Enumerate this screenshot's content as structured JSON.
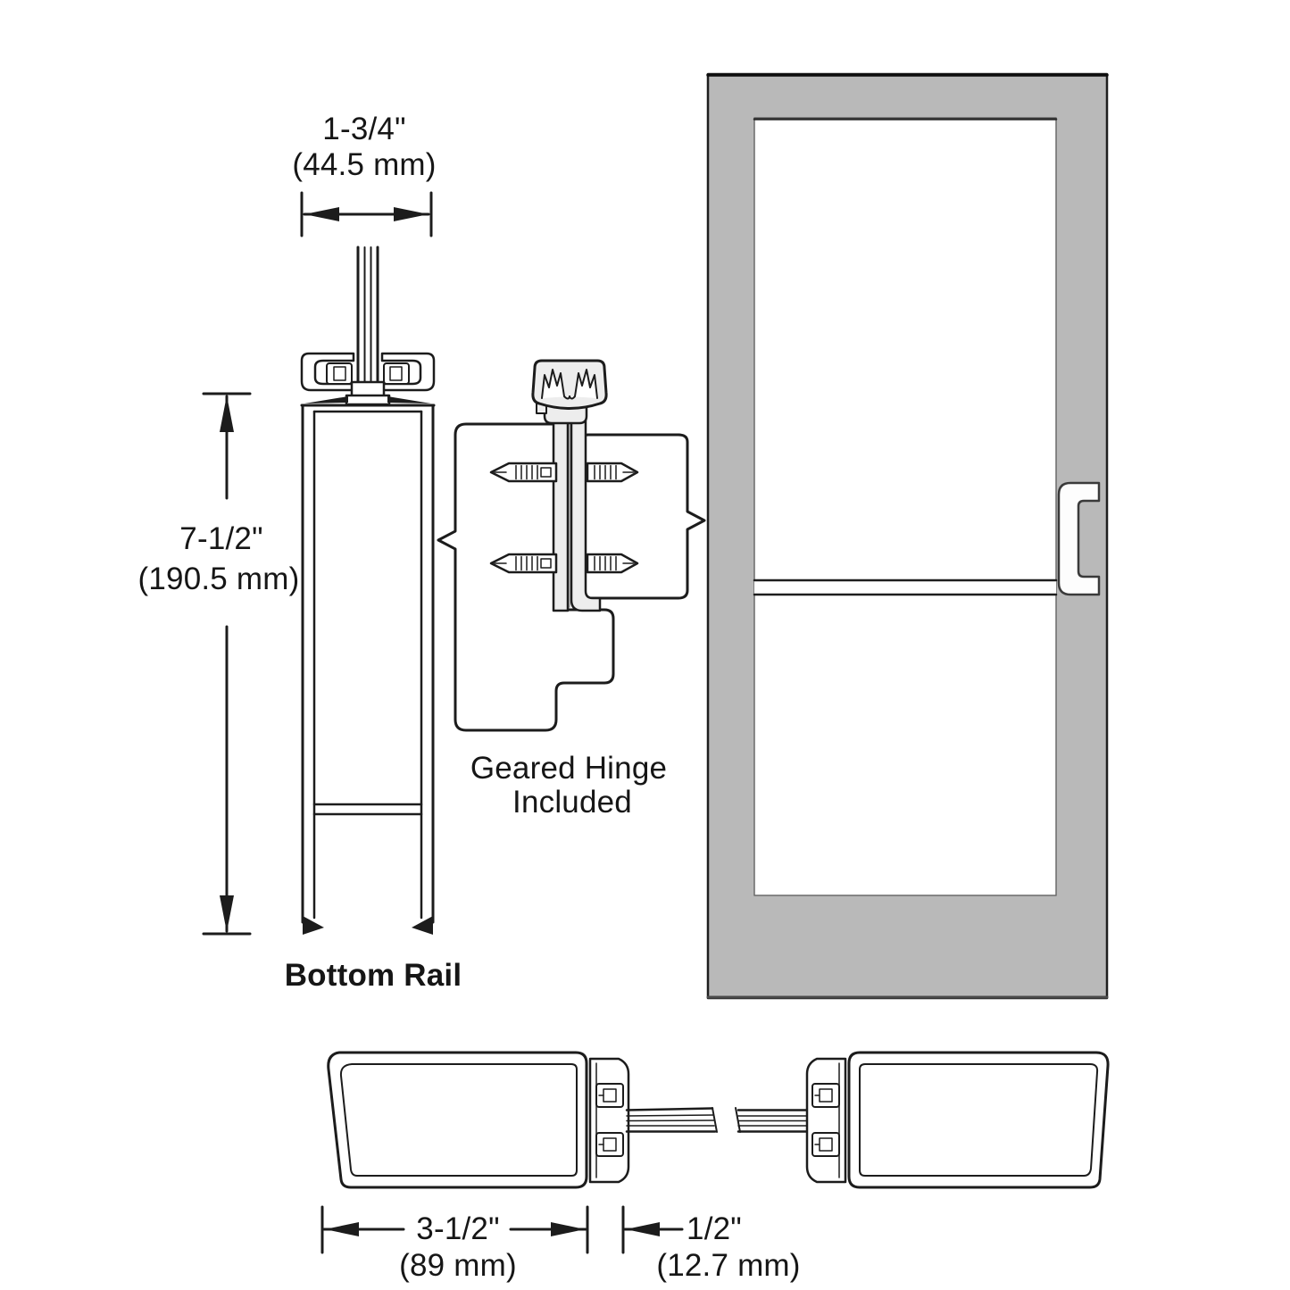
{
  "figure": {
    "labels": {
      "bottom_rail": "Bottom Rail",
      "geared_hinge_line1": "Geared Hinge",
      "geared_hinge_line2": "Included"
    },
    "dimensions": {
      "rail_width_in": "1-3/4\"",
      "rail_width_mm": "(44.5 mm)",
      "rail_height_in": "7-1/2\"",
      "rail_height_mm": "(190.5 mm)",
      "stile_width_in": "3-1/2\"",
      "stile_width_mm": "(89 mm)",
      "glass_thickness_in": "1/2\"",
      "glass_thickness_mm": "(12.7 mm)"
    },
    "colors": {
      "door_fill": "#b9b9b9",
      "line": "#1c1c1c",
      "hinge_metal_fill": "#ededed"
    }
  }
}
